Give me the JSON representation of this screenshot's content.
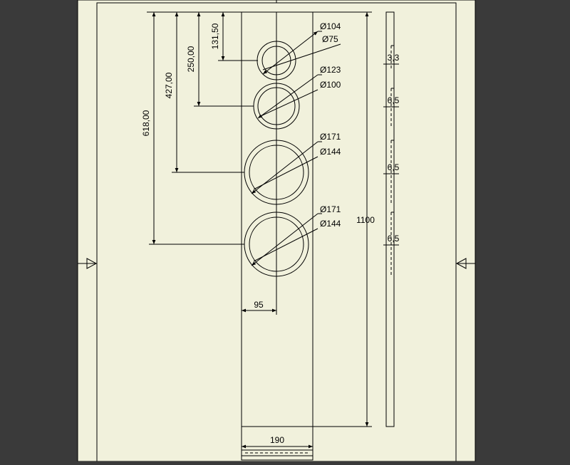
{
  "colors": {
    "background": "#3a3a3a",
    "sheet": "#f1f1dc",
    "line": "#000000"
  },
  "icons": {
    "left_marker": "section-arrow-icon",
    "right_marker": "section-arrow-icon"
  },
  "dimensions": {
    "vertical": {
      "d131": "131,50",
      "d250": "250,00",
      "d427": "427,00",
      "d618": "618,00",
      "height": "1100"
    },
    "holes": {
      "h1_outer": "Ø104",
      "h1_inner": "Ø75",
      "h2_outer": "Ø123",
      "h2_inner": "Ø100",
      "h3_outer": "Ø171",
      "h3_inner": "Ø144",
      "h4_outer": "Ø171",
      "h4_inner": "Ø144"
    },
    "horizontal": {
      "center_offset": "95",
      "width": "190"
    },
    "side": {
      "recess1": "3,3",
      "recess2": "6,5",
      "recess3": "6,5",
      "recess4": "6,5"
    }
  }
}
